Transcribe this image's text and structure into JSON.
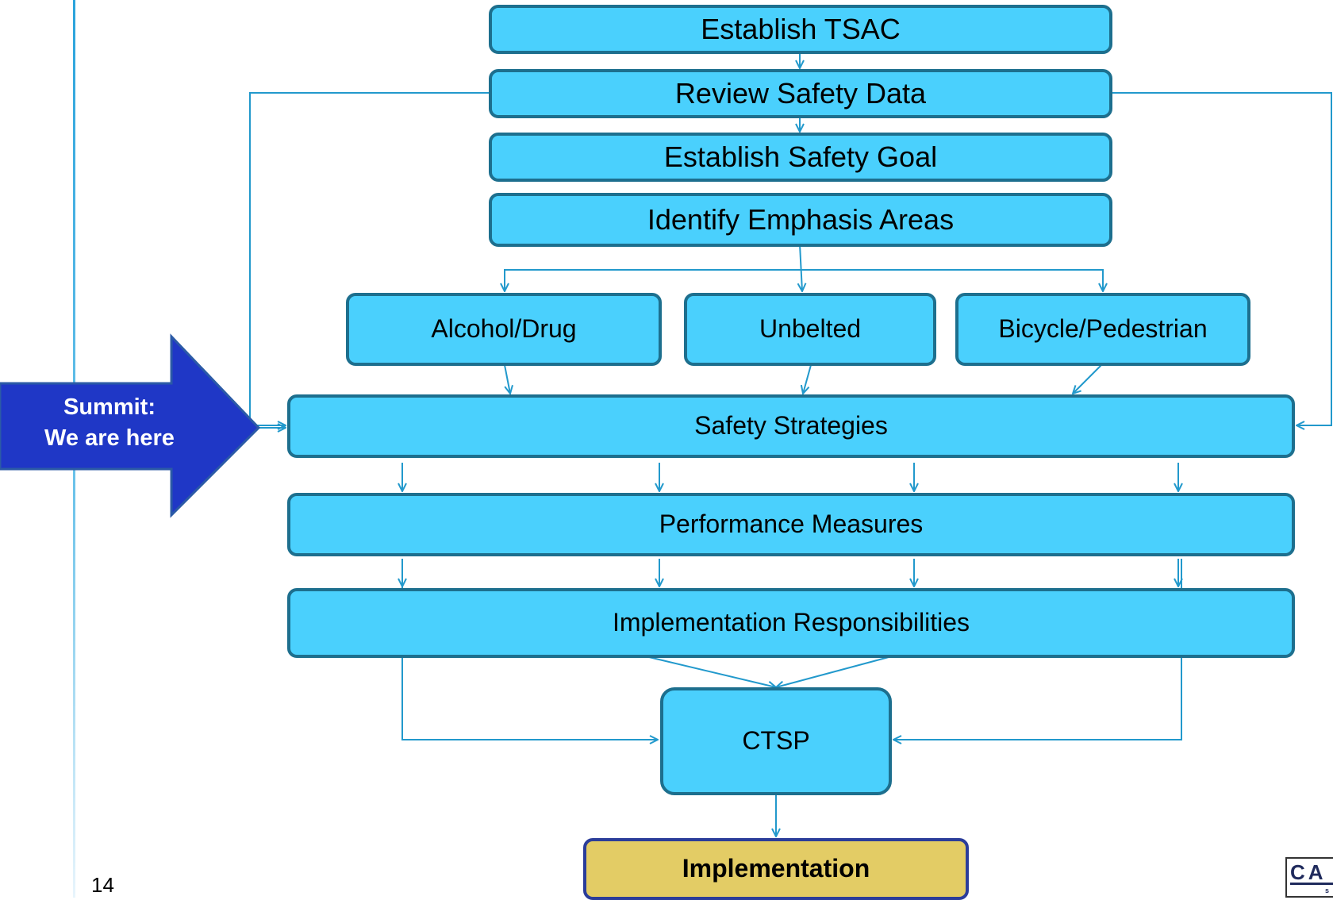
{
  "steps": {
    "establish_tsac": "Establish TSAC",
    "review_data": "Review Safety Data",
    "safety_goal": "Establish Safety Goal",
    "emphasis_areas": "Identify Emphasis Areas",
    "alcohol_drug": "Alcohol/Drug",
    "unbelted": "Unbelted",
    "bike_ped": "Bicycle/Pedestrian",
    "strategies": "Safety Strategies",
    "performance": "Performance Measures",
    "responsibilities": "Implementation Responsibilities",
    "ctsp": "CTSP",
    "implementation": "Implementation"
  },
  "summit": {
    "line1": "Summit:",
    "line2": "We are here"
  },
  "page_number": "14",
  "logo": {
    "text": "CA",
    "sub": "s"
  },
  "colors": {
    "box_fill": "#4ad0fd",
    "box_border": "#1d6f8e",
    "implementation_fill": "#e3cc65",
    "arrow_fill": "#1f37c6",
    "connector": "#2299cc"
  }
}
